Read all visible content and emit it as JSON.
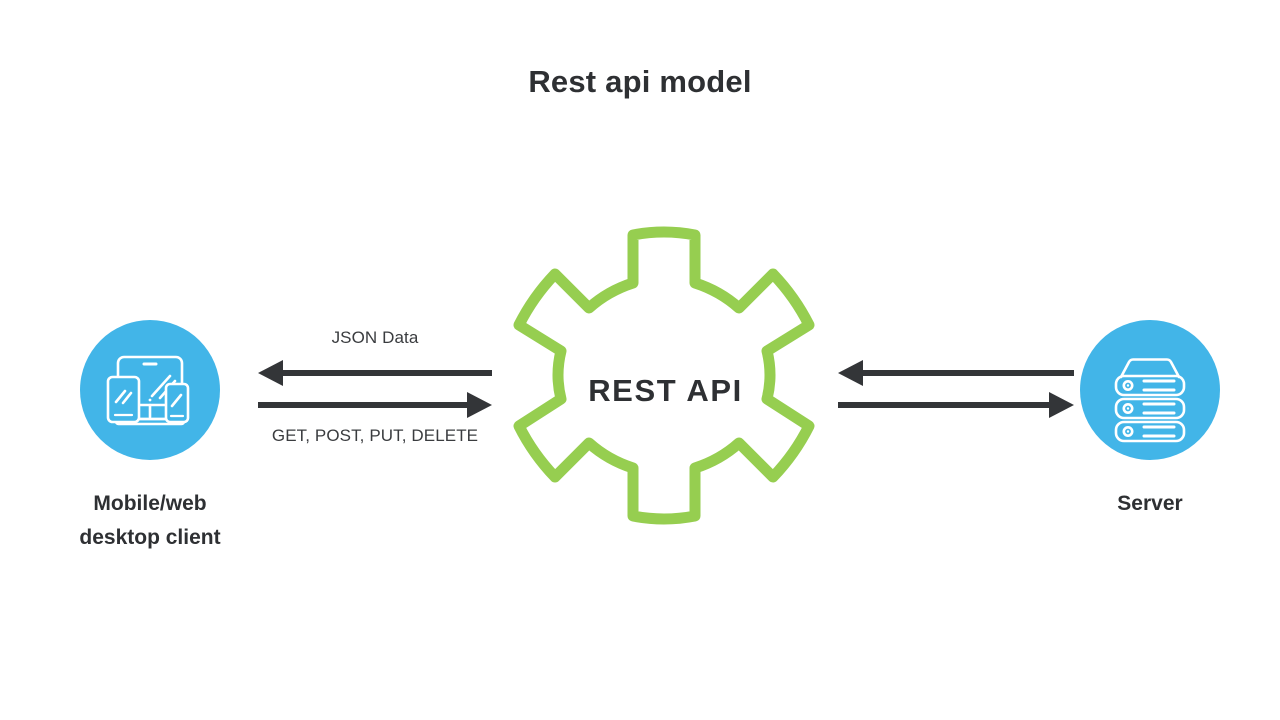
{
  "diagram": {
    "title": "Rest api model",
    "background": "#ffffff",
    "colors": {
      "accent_blue": "#42b5e8",
      "accent_green": "#96ce50",
      "text_dark": "#2e3033",
      "arrow_dark": "#333538"
    },
    "center": {
      "shape": "gear",
      "teeth": 8,
      "label": "REST API",
      "outline_color": "#96ce50",
      "icon_name": "gear-icon"
    },
    "nodes": [
      {
        "id": "client",
        "side": "left",
        "label": "Mobile/web\ndesktop client",
        "icon_name": "devices-icon",
        "circle_color": "#42b5e8"
      },
      {
        "id": "server",
        "side": "right",
        "label": "Server",
        "icon_name": "server-stack-icon",
        "circle_color": "#42b5e8"
      }
    ],
    "flows": [
      {
        "id": "client-flow",
        "side": "left",
        "top_caption": "JSON Data",
        "top_direction": "left",
        "bottom_caption": "GET, POST, PUT, DELETE",
        "bottom_direction": "right"
      },
      {
        "id": "server-flow",
        "side": "right",
        "top_caption": "",
        "top_direction": "left",
        "bottom_caption": "",
        "bottom_direction": "right"
      }
    ]
  }
}
